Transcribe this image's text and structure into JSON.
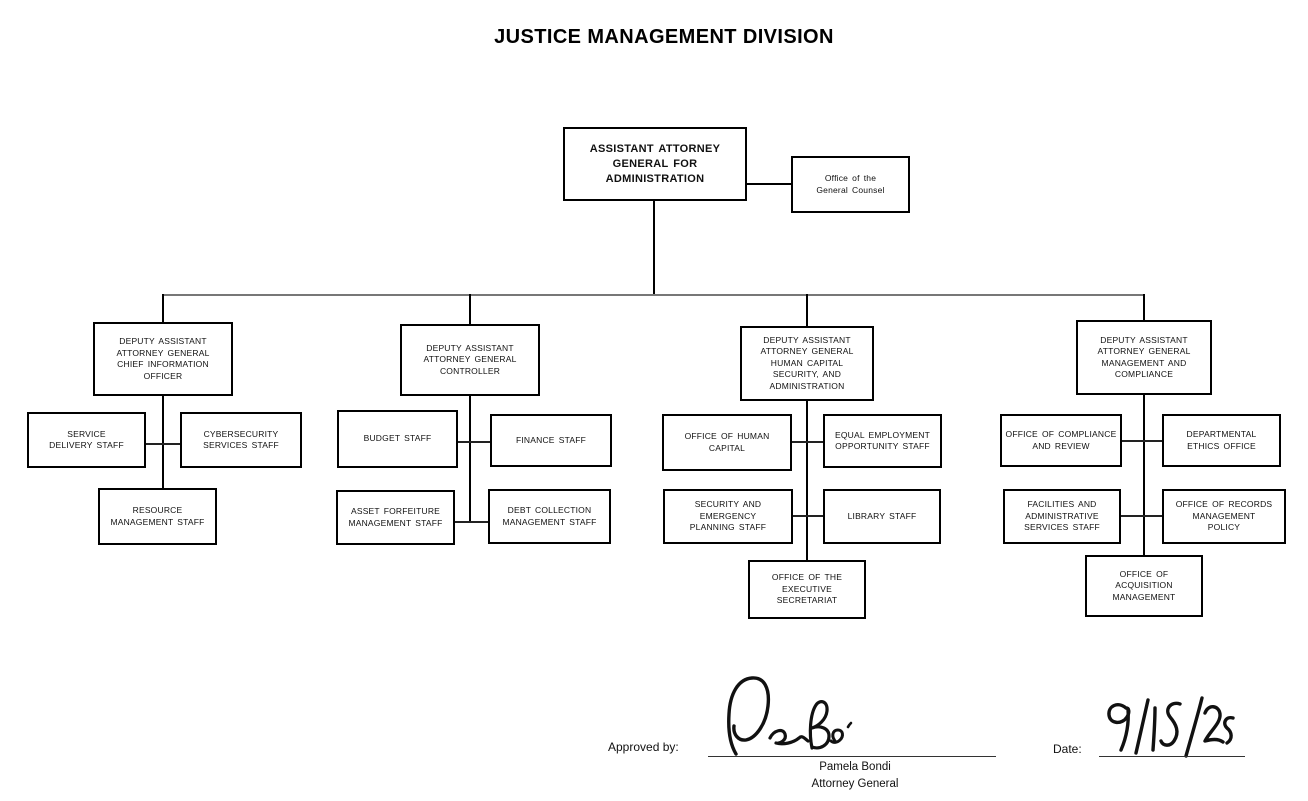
{
  "page": {
    "title": "JUSTICE MANAGEMENT DIVISION",
    "background_color": "#ffffff",
    "line_color": "#000000"
  },
  "chart": {
    "root": {
      "label": "ASSISTANT ATTORNEY\nGENERAL FOR\nADMINISTRATION"
    },
    "counsel": {
      "label": "Office of the\nGeneral Counsel"
    },
    "branches": [
      {
        "head": "DEPUTY ASSISTANT\nATTORNEY GENERAL\nCHIEF INFORMATION\nOFFICER",
        "children": [
          "SERVICE\nDELIVERY STAFF",
          "CYBERSECURITY\nSERVICES STAFF",
          "RESOURCE\nMANAGEMENT STAFF"
        ]
      },
      {
        "head": "DEPUTY ASSISTANT\nATTORNEY GENERAL\nCONTROLLER",
        "children": [
          "BUDGET STAFF",
          "FINANCE STAFF",
          "ASSET FORFEITURE\nMANAGEMENT STAFF",
          "DEBT COLLECTION\nMANAGEMENT STAFF"
        ]
      },
      {
        "head": "DEPUTY ASSISTANT\nATTORNEY GENERAL\nHUMAN CAPITAL\nSECURITY, AND\nADMINISTRATION",
        "children": [
          "OFFICE OF HUMAN\nCAPITAL",
          "EQUAL EMPLOYMENT\nOPPORTUNITY STAFF",
          "SECURITY AND\nEMERGENCY\nPLANNING STAFF",
          "LIBRARY STAFF",
          "OFFICE OF THE\nEXECUTIVE\nSECRETARIAT"
        ]
      },
      {
        "head": "DEPUTY ASSISTANT\nATTORNEY GENERAL\nMANAGEMENT AND\nCOMPLIANCE",
        "children": [
          "OFFICE OF COMPLIANCE\nAND REVIEW",
          "DEPARTMENTAL\nETHICS OFFICE",
          "FACILITIES AND\nADMINISTRATIVE\nSERVICES STAFF",
          "OFFICE OF RECORDS\nMANAGEMENT\nPOLICY",
          "OFFICE OF\nACQUISITION\nMANAGEMENT"
        ]
      }
    ]
  },
  "approval": {
    "approved_by_label": "Approved by:",
    "signature_name": "Pamela Bondi",
    "signature_title": "Attorney General",
    "date_label": "Date:",
    "date_value": "9/15/25"
  }
}
